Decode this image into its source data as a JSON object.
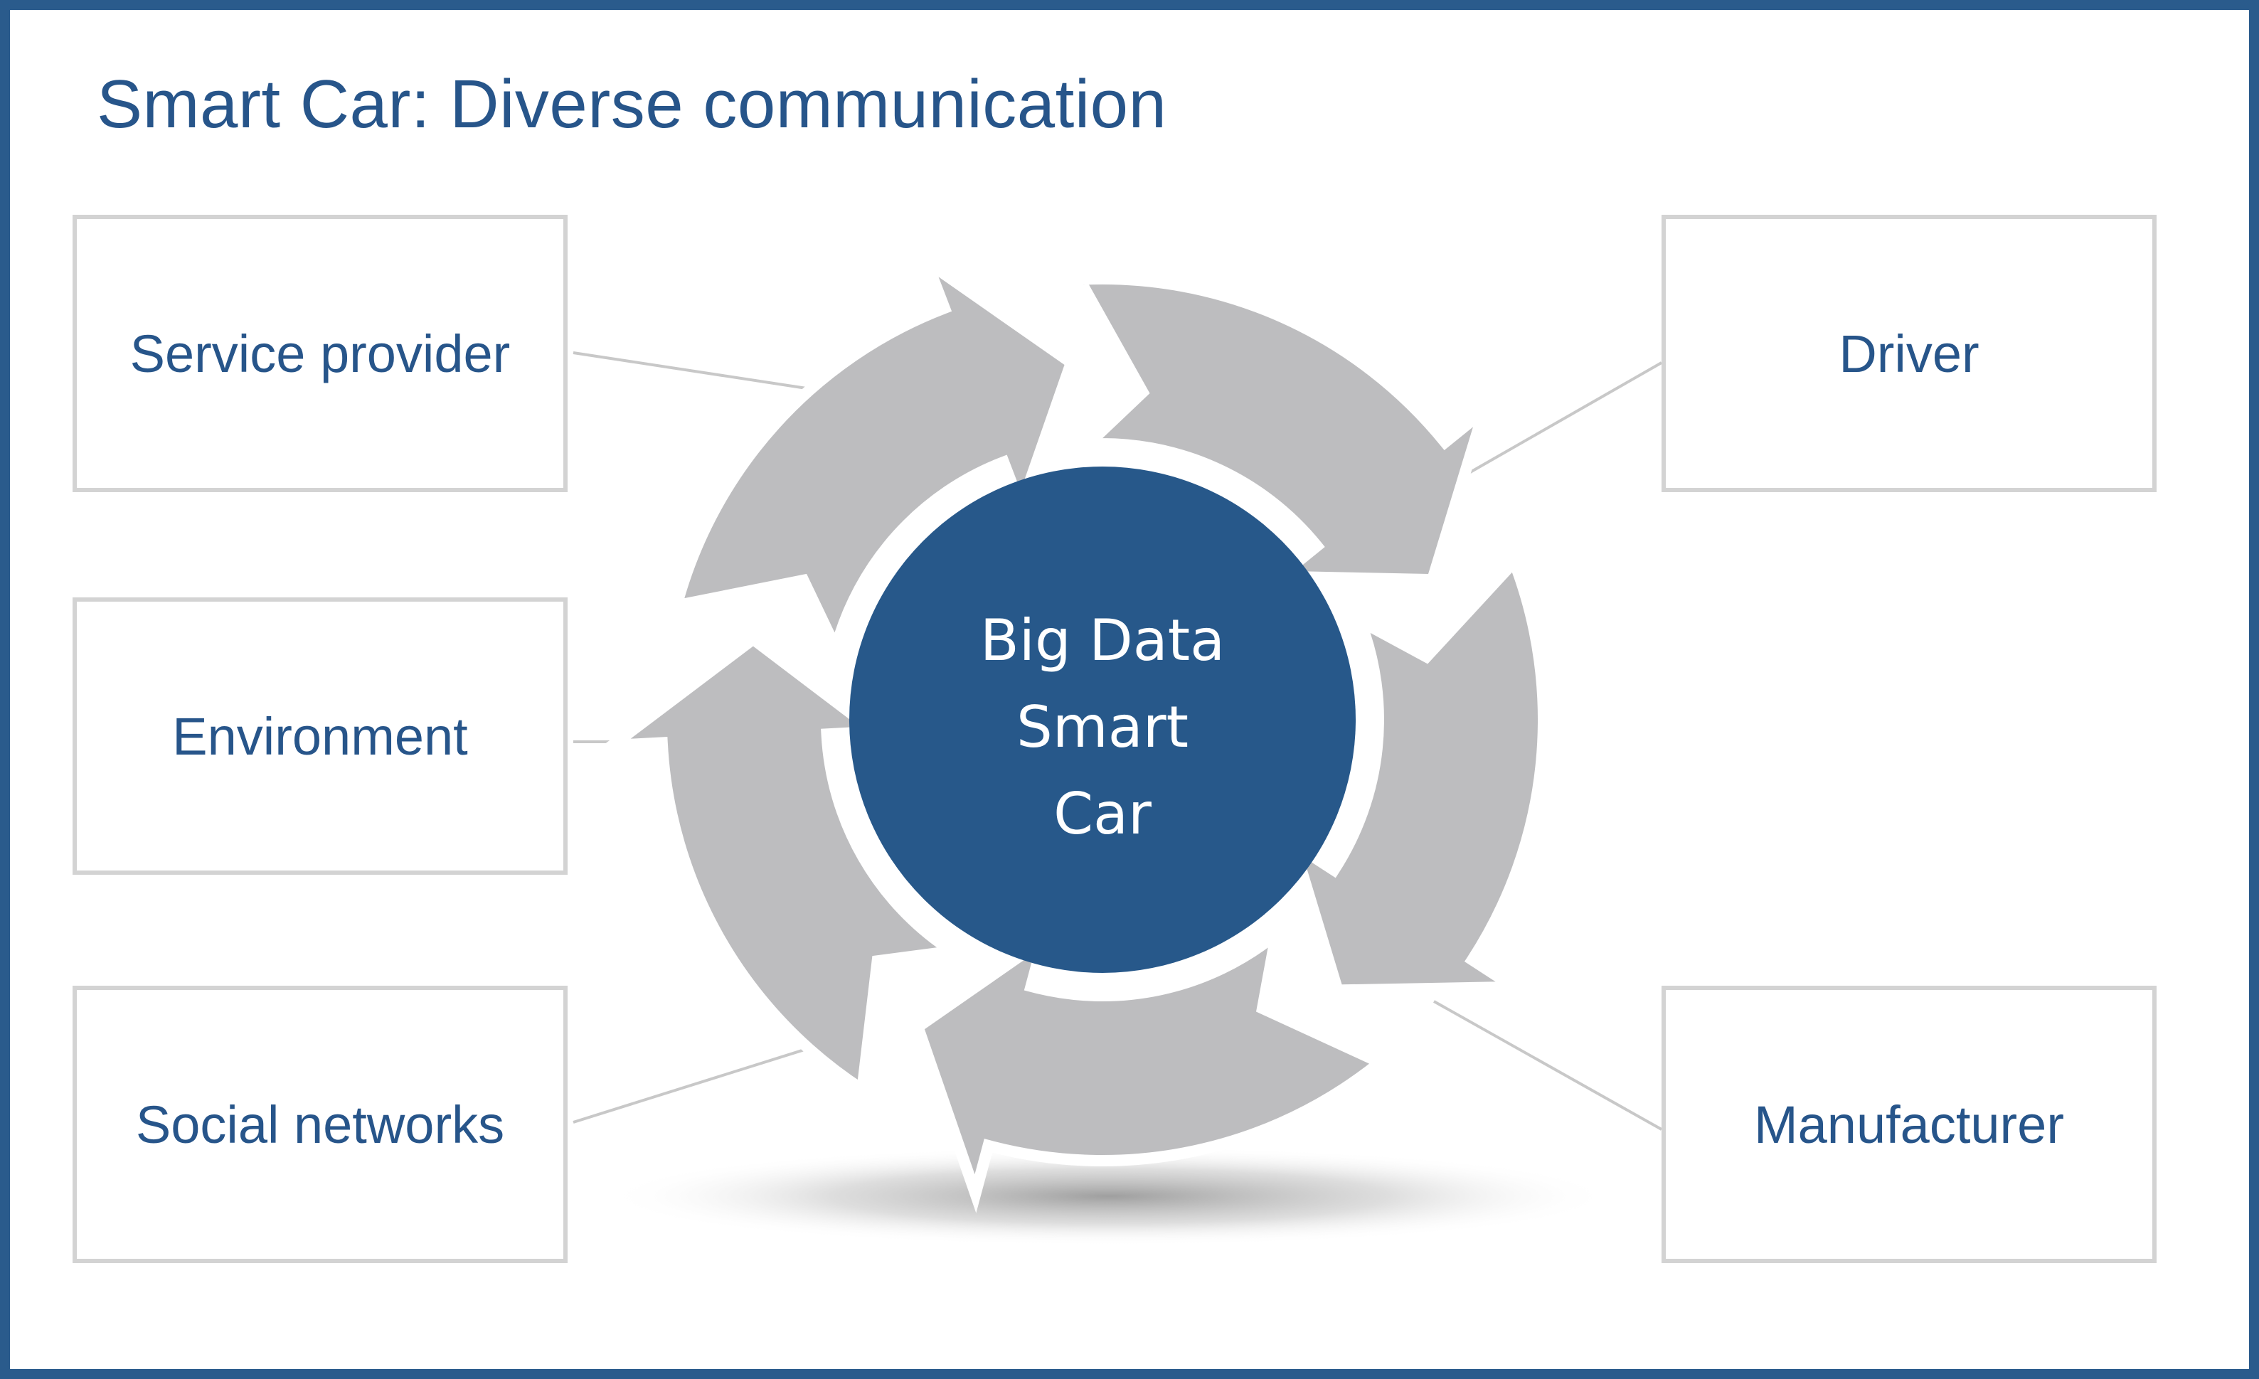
{
  "title": "Smart Car: Diverse communication",
  "hub": {
    "line1": "Big Data",
    "line2": "Smart",
    "line3": "Car"
  },
  "stakeholders": {
    "service_provider": "Service provider",
    "environment": "Environment",
    "social_networks": "Social networks",
    "driver": "Driver",
    "manufacturer": "Manufacturer"
  },
  "colors": {
    "frame": "#2a5b8c",
    "title_text": "#27558a",
    "hub_fill": "#27588a",
    "arrow_fill": "#bdbdbf",
    "box_border": "#d3d3d3",
    "connector": "#c8c8c8"
  }
}
